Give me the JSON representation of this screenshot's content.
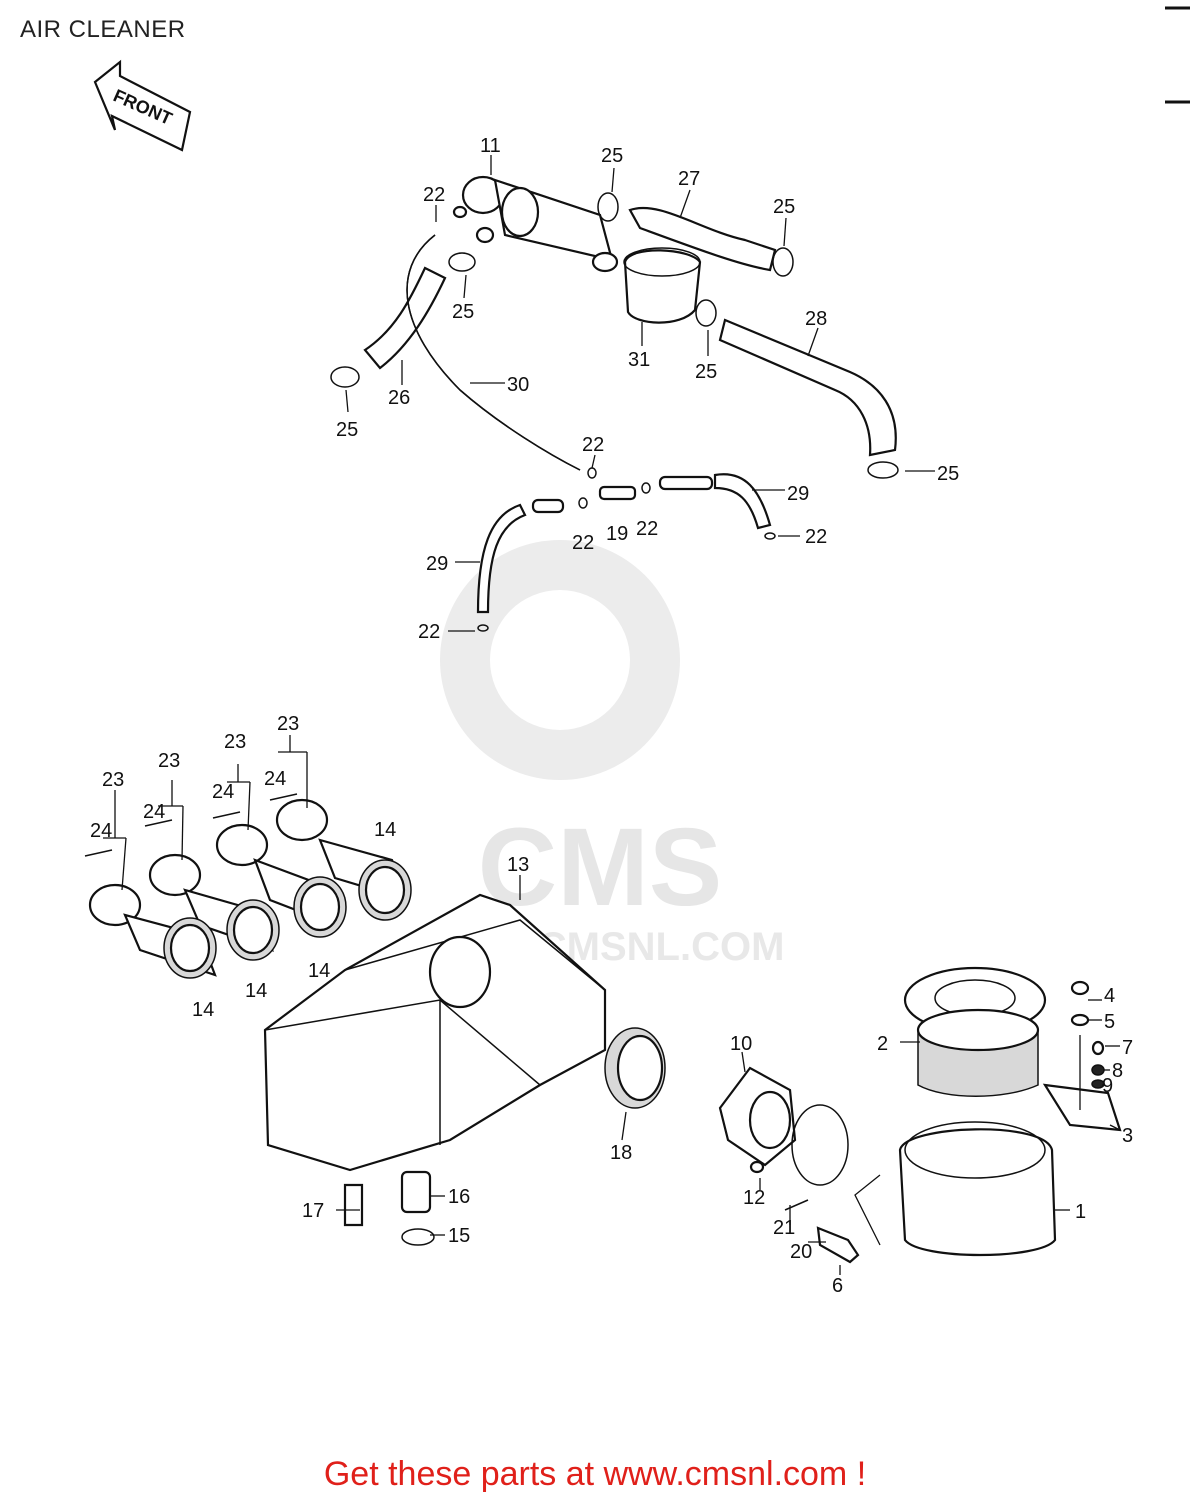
{
  "header": {
    "title": "AIR CLEANER"
  },
  "watermark": {
    "brand": "CMS",
    "url": "WWW.CMSNL.COM"
  },
  "front_arrow": {
    "label": "FRONT"
  },
  "callouts": [
    {
      "id": "c1",
      "text": "1"
    },
    {
      "id": "c2",
      "text": "2"
    },
    {
      "id": "c3",
      "text": "3"
    },
    {
      "id": "c4",
      "text": "4"
    },
    {
      "id": "c5",
      "text": "5"
    },
    {
      "id": "c6",
      "text": "6"
    },
    {
      "id": "c7",
      "text": "7"
    },
    {
      "id": "c8",
      "text": "8"
    },
    {
      "id": "c9",
      "text": "9"
    },
    {
      "id": "c10",
      "text": "10"
    },
    {
      "id": "c11",
      "text": "11"
    },
    {
      "id": "c12",
      "text": "12"
    },
    {
      "id": "c13",
      "text": "13"
    },
    {
      "id": "c14a",
      "text": "14"
    },
    {
      "id": "c14b",
      "text": "14"
    },
    {
      "id": "c14c",
      "text": "14"
    },
    {
      "id": "c14d",
      "text": "14"
    },
    {
      "id": "c15",
      "text": "15"
    },
    {
      "id": "c16",
      "text": "16"
    },
    {
      "id": "c17",
      "text": "17"
    },
    {
      "id": "c18",
      "text": "18"
    },
    {
      "id": "c19",
      "text": "19"
    },
    {
      "id": "c20",
      "text": "20"
    },
    {
      "id": "c21",
      "text": "21"
    },
    {
      "id": "c22a",
      "text": "22"
    },
    {
      "id": "c22b",
      "text": "22"
    },
    {
      "id": "c22c",
      "text": "22"
    },
    {
      "id": "c22d",
      "text": "22"
    },
    {
      "id": "c22e",
      "text": "22"
    },
    {
      "id": "c22f",
      "text": "22"
    },
    {
      "id": "c23a",
      "text": "23"
    },
    {
      "id": "c23b",
      "text": "23"
    },
    {
      "id": "c23c",
      "text": "23"
    },
    {
      "id": "c23d",
      "text": "23"
    },
    {
      "id": "c24a",
      "text": "24"
    },
    {
      "id": "c24b",
      "text": "24"
    },
    {
      "id": "c24c",
      "text": "24"
    },
    {
      "id": "c24d",
      "text": "24"
    },
    {
      "id": "c25a",
      "text": "25"
    },
    {
      "id": "c25b",
      "text": "25"
    },
    {
      "id": "c25c",
      "text": "25"
    },
    {
      "id": "c25d",
      "text": "25"
    },
    {
      "id": "c25e",
      "text": "25"
    },
    {
      "id": "c25f",
      "text": "25"
    },
    {
      "id": "c26",
      "text": "26"
    },
    {
      "id": "c27",
      "text": "27"
    },
    {
      "id": "c28",
      "text": "28"
    },
    {
      "id": "c29a",
      "text": "29"
    },
    {
      "id": "c29b",
      "text": "29"
    },
    {
      "id": "c30",
      "text": "30"
    },
    {
      "id": "c31",
      "text": "31"
    }
  ],
  "footer": {
    "text": "Get these parts at www.cmsnl.com !"
  },
  "colors": {
    "footer": "#e0201a",
    "line": "#111111",
    "watermark": "#ececec"
  }
}
